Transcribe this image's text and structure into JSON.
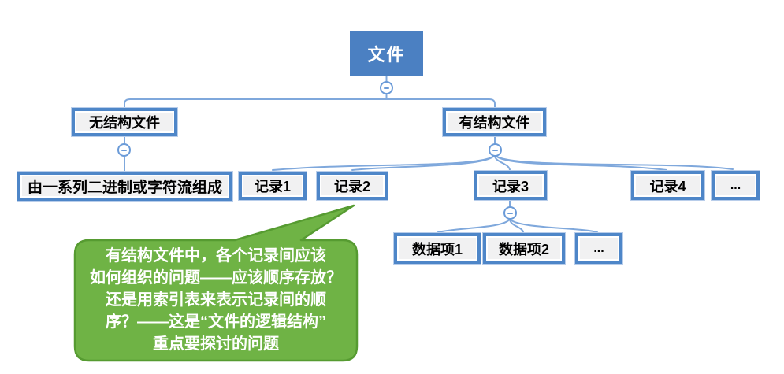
{
  "diagram": {
    "root_label": "文件",
    "nodes": {
      "unstructured": "无结构文件",
      "structured": "有结构文件",
      "stream": "由一系列二进制或字符流组成",
      "record1": "记录1",
      "record2": "记录2",
      "record3": "记录3",
      "record4": "记录4",
      "record_more": "...",
      "item1": "数据项1",
      "item2": "数据项2",
      "item_more": "..."
    }
  },
  "callout": {
    "lines": [
      "有结构文件中，各个记录间应该",
      "如何组织的问题——应该顺序存放？",
      "还是用索引表来表示记录间的顺",
      "序？——这是“文件的逻辑结构”",
      "重点要探讨的问题"
    ]
  },
  "colors": {
    "root_fill": "#4b80c2",
    "node_border": "#4e86c8",
    "node_fill": "#f1f1f2",
    "connector": "#7fa8dc",
    "callout_fill": "#6fb345",
    "callout_border": "#569b31"
  }
}
